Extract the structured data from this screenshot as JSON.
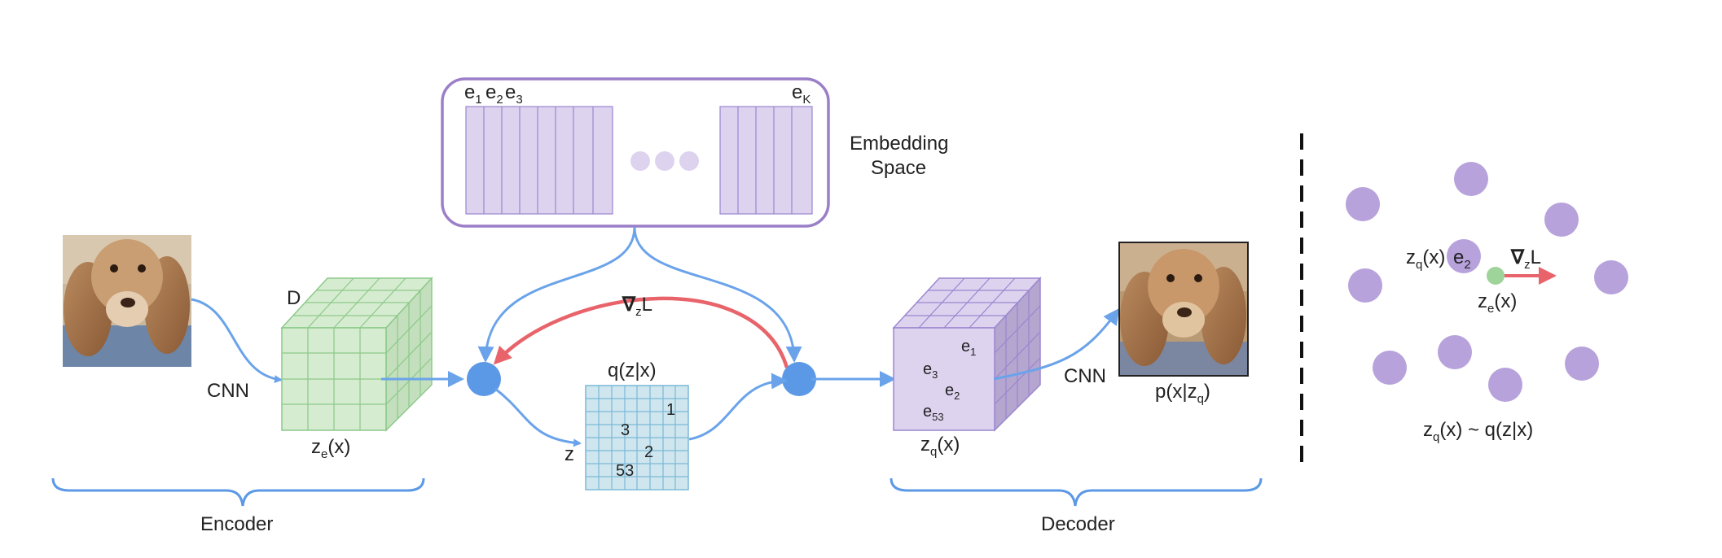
{
  "colors": {
    "arrow_blue": "#6aa3ea",
    "node_blue": "#5b98e6",
    "gradient_red": "#e8636a",
    "encoder_green": "#d6ecd0",
    "encoder_green_line": "#8cc98a",
    "codebook_purple": "#ddd3ef",
    "codebook_line": "#9b86cf",
    "embedding_border": "#9b7fc8",
    "z_blue": "#cfe6ee",
    "z_line": "#7ab8d8",
    "dot_purple": "#b7a2db",
    "dot_green": "#9ed39a",
    "bracket": "#5b98e6"
  },
  "icons": {
    "input_image": "spaniel-photo-icon",
    "output_image": "spaniel-reconstruction-icon"
  },
  "embedding": {
    "label_line1": "Embedding",
    "label_line2": "Space",
    "e1": {
      "base": "e",
      "sub": "1"
    },
    "e2": {
      "base": "e",
      "sub": "2"
    },
    "e3": {
      "base": "e",
      "sub": "3"
    },
    "eK": {
      "base": "e",
      "sub": "K"
    }
  },
  "encoder": {
    "cnn_label": "CNN",
    "d_label": "D",
    "ze": {
      "base": "z",
      "sub": "e",
      "tail": "(x)"
    },
    "bracket_label": "Encoder"
  },
  "gradient": {
    "nabla": "∇",
    "sub": "z",
    "tail": "L"
  },
  "quantized": {
    "title": "q(z|x)",
    "z_label": "z",
    "cells": [
      "1",
      "3",
      "2",
      "53"
    ]
  },
  "decoder": {
    "e1": {
      "base": "e",
      "sub": "1"
    },
    "e3": {
      "base": "e",
      "sub": "3"
    },
    "e2": {
      "base": "e",
      "sub": "2"
    },
    "e53": {
      "base": "e",
      "sub": "53"
    },
    "zq": {
      "base": "z",
      "sub": "q",
      "tail": "(x)"
    },
    "cnn_label": "CNN",
    "output": {
      "base": "p(x|z",
      "sub": "q",
      "tail": ")"
    },
    "bracket_label": "Decoder"
  },
  "right_panel": {
    "zq_label": {
      "base": "z",
      "sub": "q",
      "tail": "(x)"
    },
    "e2_label": {
      "base": "e",
      "sub": "2"
    },
    "grad": {
      "nabla": "∇",
      "sub": "z",
      "tail": "L"
    },
    "ze_label": {
      "base": "z",
      "sub": "e",
      "tail": "(x)"
    },
    "caption": {
      "base": "z",
      "sub": "q",
      "tail": "(x) ~ q(z|x)"
    }
  }
}
